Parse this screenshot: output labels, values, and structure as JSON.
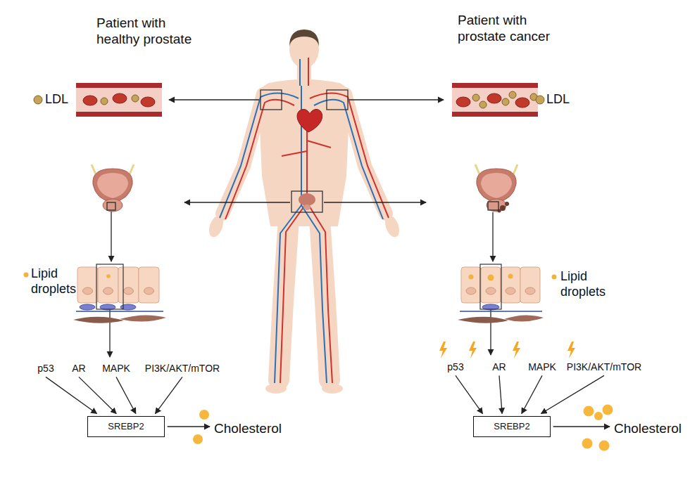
{
  "diagram": {
    "nodes": [
      {
        "text": [
          "p53"
        ]
      },
      {
        "text": [
          "AR"
        ]
      },
      {
        "text": [
          "MAPK"
        ]
      },
      {
        "text": [
          "PI3K/AKT/mTOR"
        ]
      },
      {
        "text": [
          "SREBP2"
        ]
      },
      {
        "text": [
          "Cholesterol"
        ]
      },
      {
        "text": [
          "p53"
        ]
      },
      {
        "text": [
          "AR"
        ]
      },
      {
        "text": [
          "MAPK"
        ]
      },
      {
        "text": [
          "PI3K/AKT/mTOR"
        ]
      },
      {
        "text": [
          "SREBP2"
        ]
      },
      {
        "text": [
          "Cholesterol"
        ]
      }
    ],
    "edges": [
      {
        "from": 0,
        "to": 4,
        "arrow": "to"
      },
      {
        "from": 1,
        "to": 4,
        "arrow": "to"
      },
      {
        "from": 2,
        "to": 4,
        "arrow": "to"
      },
      {
        "from": 3,
        "to": 4,
        "arrow": "to"
      },
      {
        "from": 4,
        "to": 5,
        "arrow": "to"
      },
      {
        "from": 6,
        "to": 10,
        "arrow": "to"
      },
      {
        "from": 7,
        "to": 10,
        "arrow": "to"
      },
      {
        "from": 8,
        "to": 10,
        "arrow": "to"
      },
      {
        "from": 9,
        "to": 10,
        "arrow": "to"
      },
      {
        "from": 10,
        "to": 11,
        "arrow": "to"
      }
    ],
    "labels": [
      "Patient with healthy prostate",
      "Patient with prostate cancer",
      "LDL",
      "LDL",
      "Lipid droplets",
      "Lipid droplets"
    ]
  }
}
